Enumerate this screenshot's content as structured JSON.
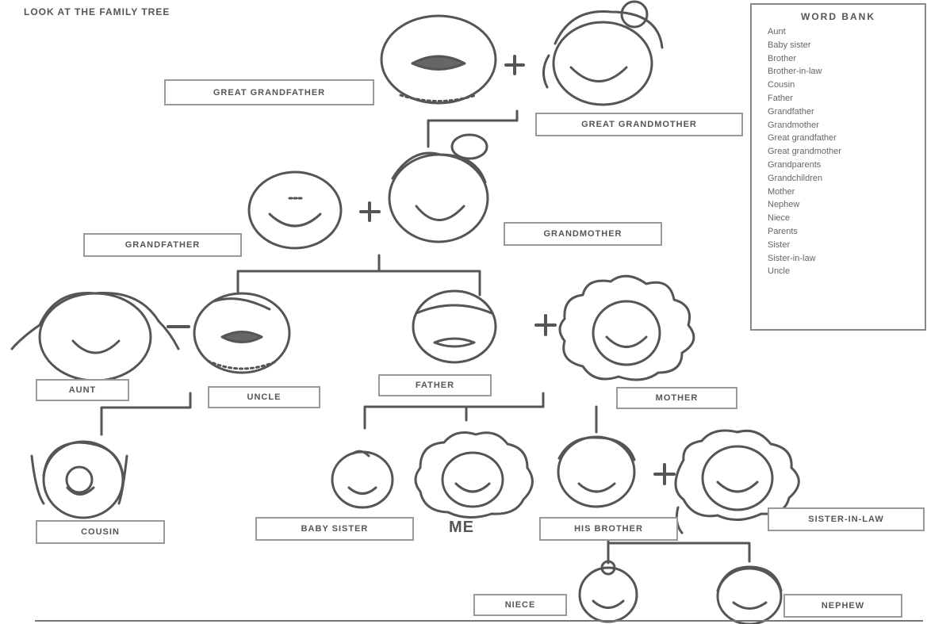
{
  "header": {
    "title": "LOOK AT THE FAMILY TREE"
  },
  "labels": {
    "great_grandfather": "GREAT GRANDFATHER",
    "great_grandmother": "GREAT GRANDMOTHER",
    "grandfather": "GRANDFATHER",
    "grandmother": "GRANDMOTHER",
    "aunt": "AUNT",
    "uncle": "UNCLE",
    "father": "FATHER",
    "mother": "MOTHER",
    "cousin": "COUSIN",
    "baby_sister": "BABY SISTER",
    "me": "ME",
    "his_brother": "HIS BROTHER",
    "sister_in_law": "SISTER-IN-LAW",
    "niece": "NIECE",
    "nephew": "NEPHEW"
  },
  "word_bank": {
    "title": "WORD BANK",
    "words": [
      "Aunt",
      "Baby sister",
      "Brother",
      "Brother-in-law",
      "Cousin",
      "Father",
      "Grandfather",
      "Grandmother",
      "Great grandfather",
      "Great grandmother",
      "Grandparents",
      "Grandchildren",
      "Mother",
      "Nephew",
      "Niece",
      "Parents",
      "Sister",
      "Sister-in-law",
      "Uncle"
    ]
  }
}
